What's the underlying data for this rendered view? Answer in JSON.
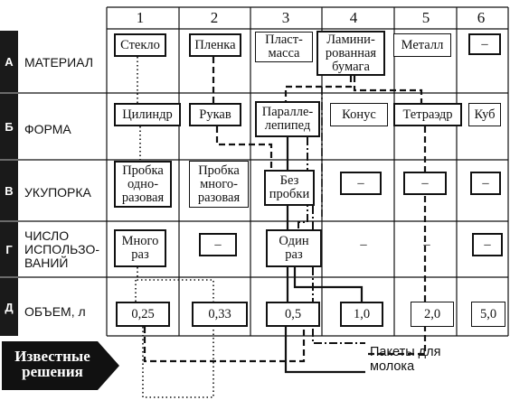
{
  "columns": [
    "1",
    "2",
    "3",
    "4",
    "5",
    "6"
  ],
  "rows": [
    {
      "letter": "А",
      "label": "МАТЕРИАЛ",
      "cells": [
        {
          "text": "Стекло",
          "border": "bold"
        },
        {
          "text": "Пленка",
          "border": "bold"
        },
        {
          "text": "Пласт-\nмасса",
          "border": "thin"
        },
        {
          "text": "Ламини-\nрованная\nбумага",
          "border": "bold"
        },
        {
          "text": "Металл",
          "border": "thin"
        },
        {
          "text": "–",
          "border": "bold"
        }
      ]
    },
    {
      "letter": "Б",
      "label": "ФОРМА",
      "cells": [
        {
          "text": "Цилиндр",
          "border": "bold"
        },
        {
          "text": "Рукав",
          "border": "bold"
        },
        {
          "text": "Паралле-\nлепипед",
          "border": "bold"
        },
        {
          "text": "Конус",
          "border": "thin"
        },
        {
          "text": "Тетраэдр",
          "border": "bold"
        },
        {
          "text": "Куб",
          "border": "thin"
        }
      ]
    },
    {
      "letter": "В",
      "label": "УКУПОРКА",
      "cells": [
        {
          "text": "Пробка\nодно-\nразовая",
          "border": "bold"
        },
        {
          "text": "Пробка\nмного-\nразовая",
          "border": "thin"
        },
        {
          "text": "Без\nпробки",
          "border": "bold"
        },
        {
          "text": "–",
          "border": "bold"
        },
        {
          "text": "–",
          "border": "bold"
        },
        {
          "text": "–",
          "border": "bold"
        }
      ]
    },
    {
      "letter": "Г",
      "label": "ЧИСЛО\nИСПОЛЬЗО-\nВАНИЙ",
      "cells": [
        {
          "text": "Много\nраз",
          "border": "bold"
        },
        {
          "text": "–",
          "border": "bold"
        },
        {
          "text": "Один\nраз",
          "border": "bold"
        },
        {
          "text": "–",
          "border": "none"
        },
        {
          "text": "–",
          "border": "none"
        },
        {
          "text": "–",
          "border": "bold"
        }
      ]
    },
    {
      "letter": "Д",
      "label": "ОБЪЕМ, л",
      "cells": [
        {
          "text": "0,25",
          "border": "bold"
        },
        {
          "text": "0,33",
          "border": "bold"
        },
        {
          "text": "0,5",
          "border": "bold"
        },
        {
          "text": "1,0",
          "border": "bold"
        },
        {
          "text": "2,0",
          "border": "thin"
        },
        {
          "text": "5,0",
          "border": "thin"
        }
      ]
    }
  ],
  "legend": {
    "label": "Пакеты для\nмолока"
  },
  "badge": {
    "text": "Известные\nрешения"
  }
}
